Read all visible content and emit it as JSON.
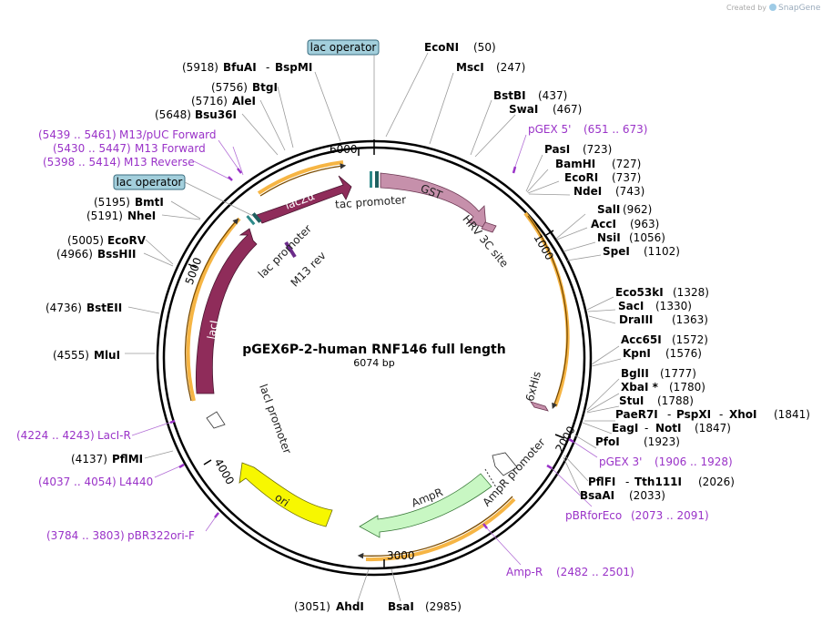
{
  "watermark": {
    "text": "Created by",
    "brand": "SnapGene"
  },
  "map": {
    "title": "pGEX6P-2-human RNF146 full length",
    "length_label": "6074 bp",
    "ticks": [
      "1000",
      "2000",
      "3000",
      "4000",
      "5000",
      "6000"
    ]
  },
  "features": {
    "lacz": "lacZα",
    "gst": "GST",
    "laci": "lacI",
    "ampr": "AmpR",
    "ori": "ori",
    "tac_promoter": "tac promoter",
    "lac_promoter": "lac promoter",
    "m13_rev": "M13 rev",
    "hrv": "HRV 3C site",
    "his": "6xHis",
    "ampr_promoter": "AmpR promoter",
    "laci_promoter": "lacI promoter",
    "lac_operator": "lac operator"
  },
  "enzymes": {
    "econi": {
      "name": "EcoNI",
      "pos": "(50)"
    },
    "msci": {
      "name": "MscI",
      "pos": "(247)"
    },
    "bstbi": {
      "name": "BstBI",
      "pos": "(437)"
    },
    "swai": {
      "name": "SwaI",
      "pos": "(467)"
    },
    "pasi": {
      "name": "PasI",
      "pos": "(723)"
    },
    "bamhi": {
      "name": "BamHI",
      "pos": "(727)"
    },
    "ecori": {
      "name": "EcoRI",
      "pos": "(737)"
    },
    "ndei": {
      "name": "NdeI",
      "pos": "(743)"
    },
    "sali": {
      "name": "SalI",
      "pos": "(962)"
    },
    "acci": {
      "name": "AccI",
      "pos": "(963)"
    },
    "nsii": {
      "name": "NsiI",
      "pos": "(1056)"
    },
    "spei": {
      "name": "SpeI",
      "pos": "(1102)"
    },
    "eco53ki": {
      "name": "Eco53kI",
      "pos": "(1328)"
    },
    "saci": {
      "name": "SacI",
      "pos": "(1330)"
    },
    "draiii": {
      "name": "DraIII",
      "pos": "(1363)"
    },
    "acc65i": {
      "name": "Acc65I",
      "pos": "(1572)"
    },
    "kpni": {
      "name": "KpnI",
      "pos": "(1576)"
    },
    "bglii": {
      "name": "BglII",
      "pos": "(1777)"
    },
    "xbai": {
      "name": "XbaI *",
      "pos": "(1780)"
    },
    "stui": {
      "name": "StuI",
      "pos": "(1788)"
    },
    "paer7i": {
      "name": "PaeR7I",
      "pspxi": "PspXI",
      "xhoi": "XhoI",
      "pos": "(1841)"
    },
    "eagi": {
      "name": "EagI",
      "noti": "NotI",
      "pos": "(1847)"
    },
    "pfoi": {
      "name": "PfoI",
      "pos": "(1923)"
    },
    "pflfi": {
      "name": "PflFI",
      "tth": "Tth111I",
      "pos": "(2026)"
    },
    "bsaai": {
      "name": "BsaAI",
      "pos": "(2033)"
    },
    "bsai": {
      "name": "BsaI",
      "pos": "(2985)"
    },
    "ahdi": {
      "name": "AhdI",
      "pos": "(3051)"
    },
    "pflmi": {
      "name": "PflMI",
      "pos": "(4137)"
    },
    "mlui": {
      "name": "MluI",
      "pos": "(4555)"
    },
    "bsteii": {
      "name": "BstEII",
      "pos": "(4736)"
    },
    "bsshii": {
      "name": "BssHII",
      "pos": "(4966)"
    },
    "ecorv": {
      "name": "EcoRV",
      "pos": "(5005)"
    },
    "nhei": {
      "name": "NheI",
      "pos": "(5191)"
    },
    "bmti": {
      "name": "BmtI",
      "pos": "(5195)"
    },
    "bsu36i": {
      "name": "Bsu36I",
      "pos": "(5648)"
    },
    "alei": {
      "name": "AleI",
      "pos": "(5716)"
    },
    "btgi": {
      "name": "BtgI",
      "pos": "(5756)"
    },
    "bfuai": {
      "name": "BfuAI",
      "bspmi": "BspMI",
      "pos": "(5918)"
    }
  },
  "primers": {
    "pgex5": {
      "name": "pGEX 5'",
      "range": "(651 .. 673)"
    },
    "pgex3": {
      "name": "pGEX 3'",
      "range": "(1906 .. 1928)"
    },
    "pbrforeco": {
      "name": "pBRforEco",
      "range": "(2073 .. 2091)"
    },
    "ampr": {
      "name": "Amp-R",
      "range": "(2482 .. 2501)"
    },
    "pbr322ori": {
      "name": "pBR322ori-F",
      "range": "(3784 .. 3803)"
    },
    "l4440": {
      "name": "L4440",
      "range": "(4037 .. 4054)"
    },
    "lacir": {
      "name": "LacI-R",
      "range": "(4224 .. 4243)"
    },
    "m13puc": {
      "name": "M13/pUC Forward",
      "range": "(5439 .. 5461)"
    },
    "m13fwd": {
      "name": "M13 Forward",
      "range": "(5430 .. 5447)"
    },
    "m13rev": {
      "name": "M13 Reverse",
      "range": "(5398 .. 5414)"
    }
  },
  "colors": {
    "lacz": "#8f2c5a",
    "laci": "#8f2c5a",
    "gst": "#c690ab",
    "ampr": "#c8f7c3",
    "ori": "#f7f700",
    "orange": "#f6b544",
    "primer": "#9a33c8",
    "operator": "#a3cfdc"
  }
}
